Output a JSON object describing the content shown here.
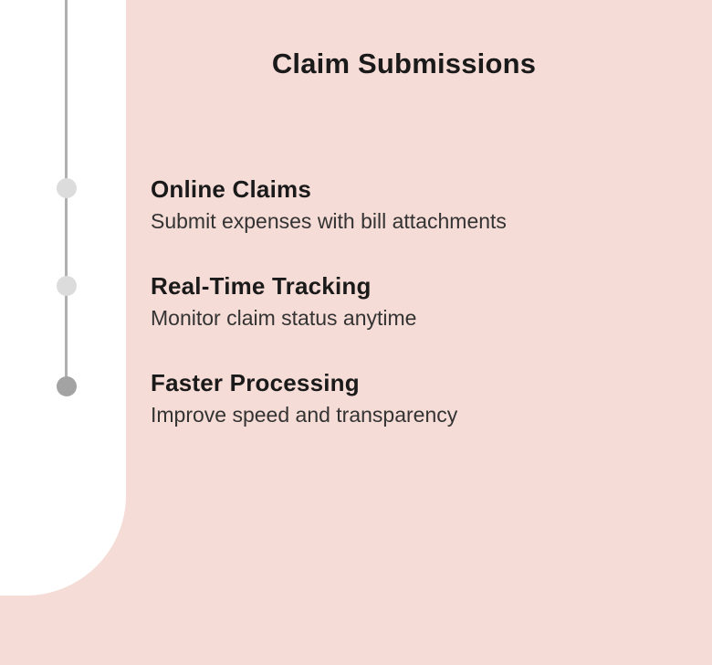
{
  "slide": {
    "title": "Claim Submissions",
    "items": [
      {
        "heading": "Online Claims",
        "description": "Submit expenses with bill attachments"
      },
      {
        "heading": "Real-Time Tracking",
        "description": "Monitor claim status anytime"
      },
      {
        "heading": "Faster Processing",
        "description": "Improve speed and transparency"
      }
    ],
    "timeline": {
      "dot_count": 3,
      "active_dot_index": 2
    },
    "colors": {
      "background_pink": "#f6dcd6",
      "panel_white": "#ffffff",
      "timeline_line": "#b0b0b0",
      "dot_inactive": "#dcdcdc",
      "dot_active": "#a3a3a3",
      "title_text": "#1a1a1a",
      "heading_text": "#1a1a1a",
      "body_text": "#333333"
    }
  }
}
